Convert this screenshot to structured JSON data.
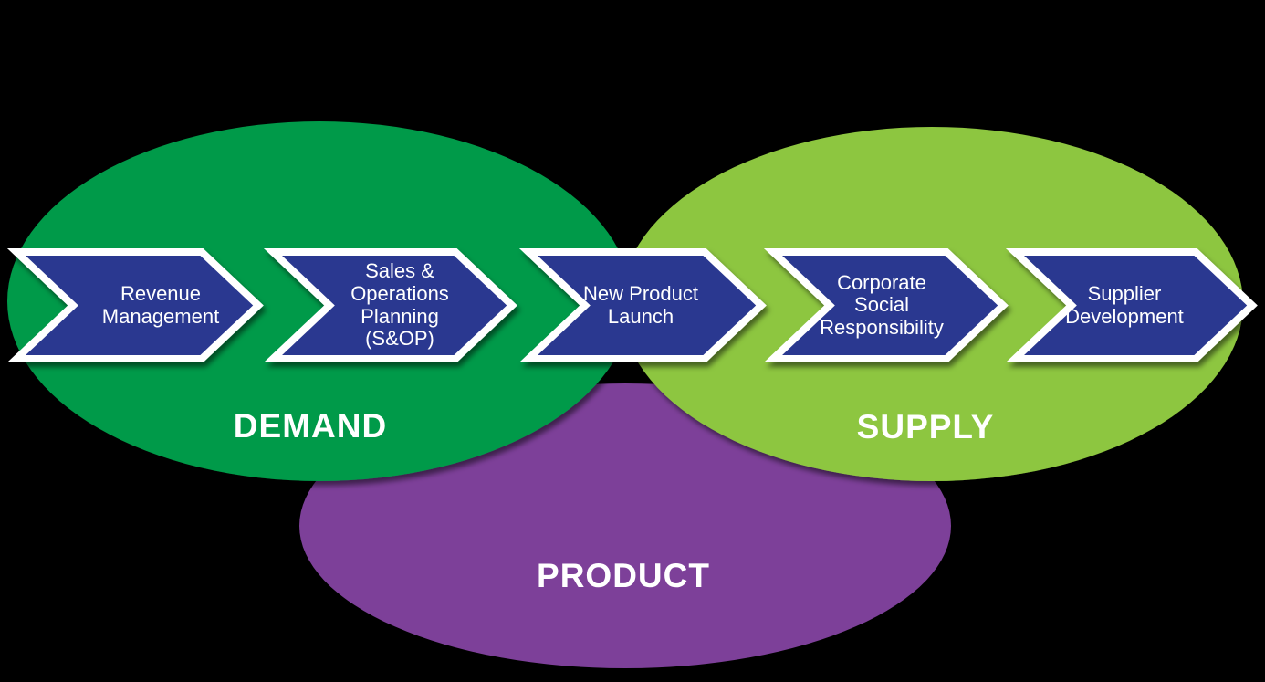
{
  "background": "#000000",
  "zones": [
    {
      "name": "DEMAND",
      "color": "#009A49"
    },
    {
      "name": "SUPPLY",
      "color": "#8DC63F"
    },
    {
      "name": "PRODUCT",
      "color": "#7D4099"
    }
  ],
  "process": {
    "arrow_fill": "#2B3990",
    "arrow_border": "#FFFFFF",
    "text_color": "#FFFFFF",
    "steps": [
      {
        "label": "Revenue\nManagement"
      },
      {
        "label": "Sales &\nOperations\nPlanning\n(S&OP)"
      },
      {
        "label": "New Product\nLaunch"
      },
      {
        "label": "Corporate\nSocial\nResponsibility"
      },
      {
        "label": "Supplier\nDevelopment"
      }
    ]
  }
}
